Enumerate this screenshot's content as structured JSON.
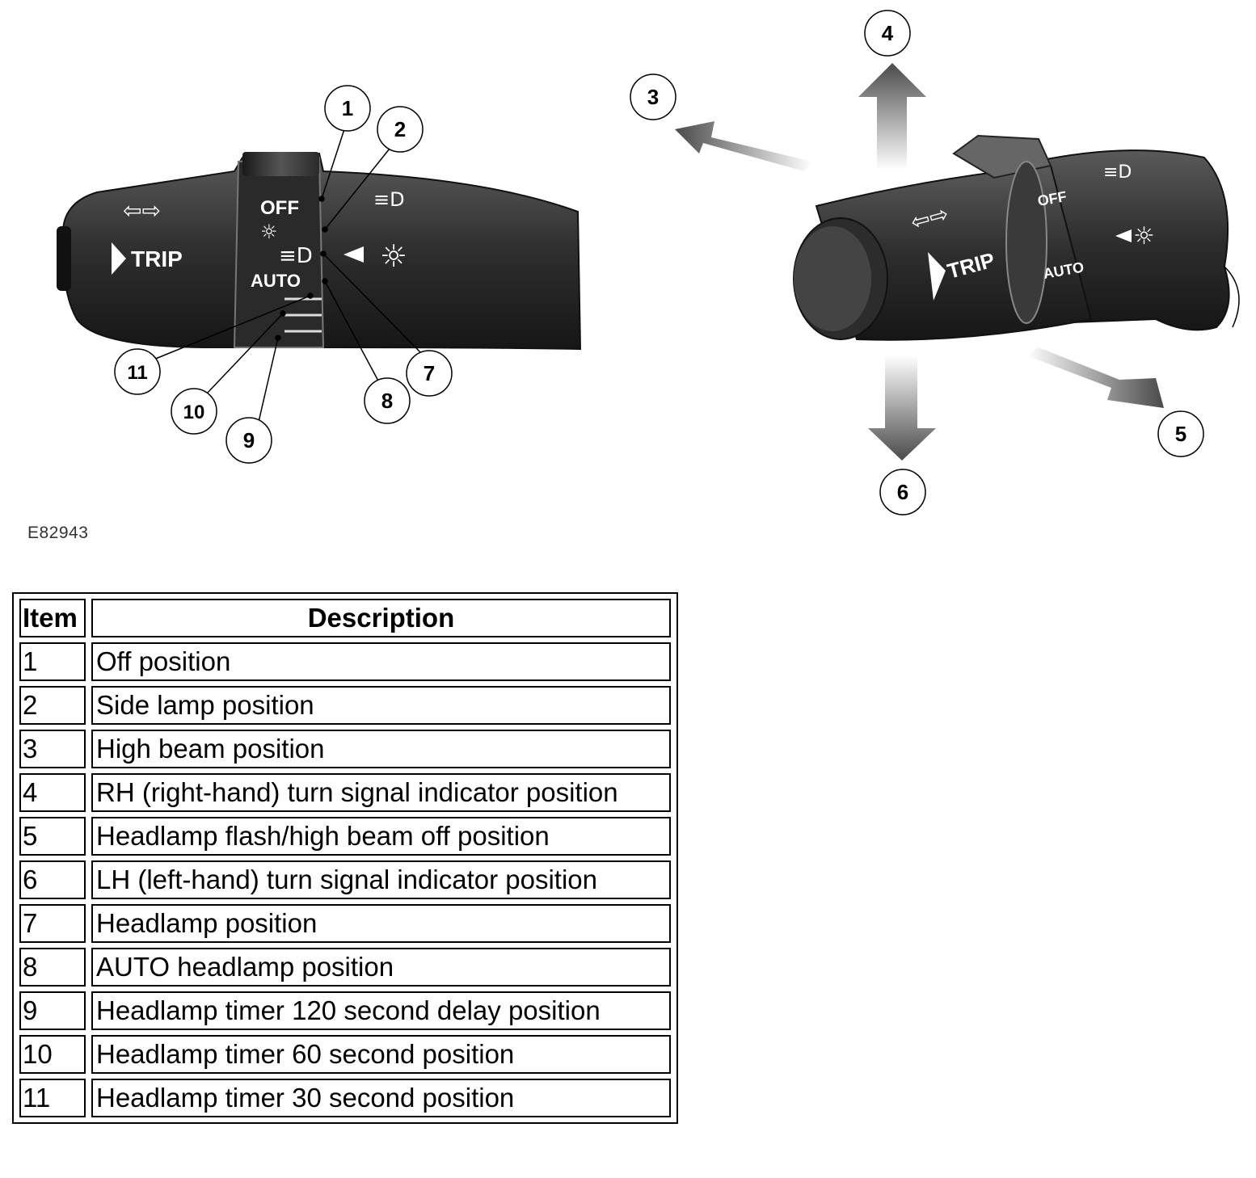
{
  "figure_id": "E82943",
  "switch_markings": {
    "trip": "TRIP",
    "off": "OFF",
    "auto": "AUTO"
  },
  "callouts": [
    "1",
    "2",
    "3",
    "4",
    "5",
    "6",
    "7",
    "8",
    "9",
    "10",
    "11"
  ],
  "legend": {
    "headers": {
      "item": "Item",
      "description": "Description"
    },
    "rows": [
      {
        "item": "1",
        "description": "Off position"
      },
      {
        "item": "2",
        "description": "Side lamp position"
      },
      {
        "item": "3",
        "description": "High beam position"
      },
      {
        "item": "4",
        "description": "RH (right-hand) turn signal indicator position"
      },
      {
        "item": "5",
        "description": "Headlamp flash/high beam off position"
      },
      {
        "item": "6",
        "description": "LH (left-hand) turn signal indicator position"
      },
      {
        "item": "7",
        "description": "Headlamp position"
      },
      {
        "item": "8",
        "description": "AUTO headlamp position"
      },
      {
        "item": "9",
        "description": "Headlamp timer 120 second delay position"
      },
      {
        "item": "10",
        "description": "Headlamp timer 60 second position"
      },
      {
        "item": "11",
        "description": "Headlamp timer 30 second position"
      }
    ]
  }
}
